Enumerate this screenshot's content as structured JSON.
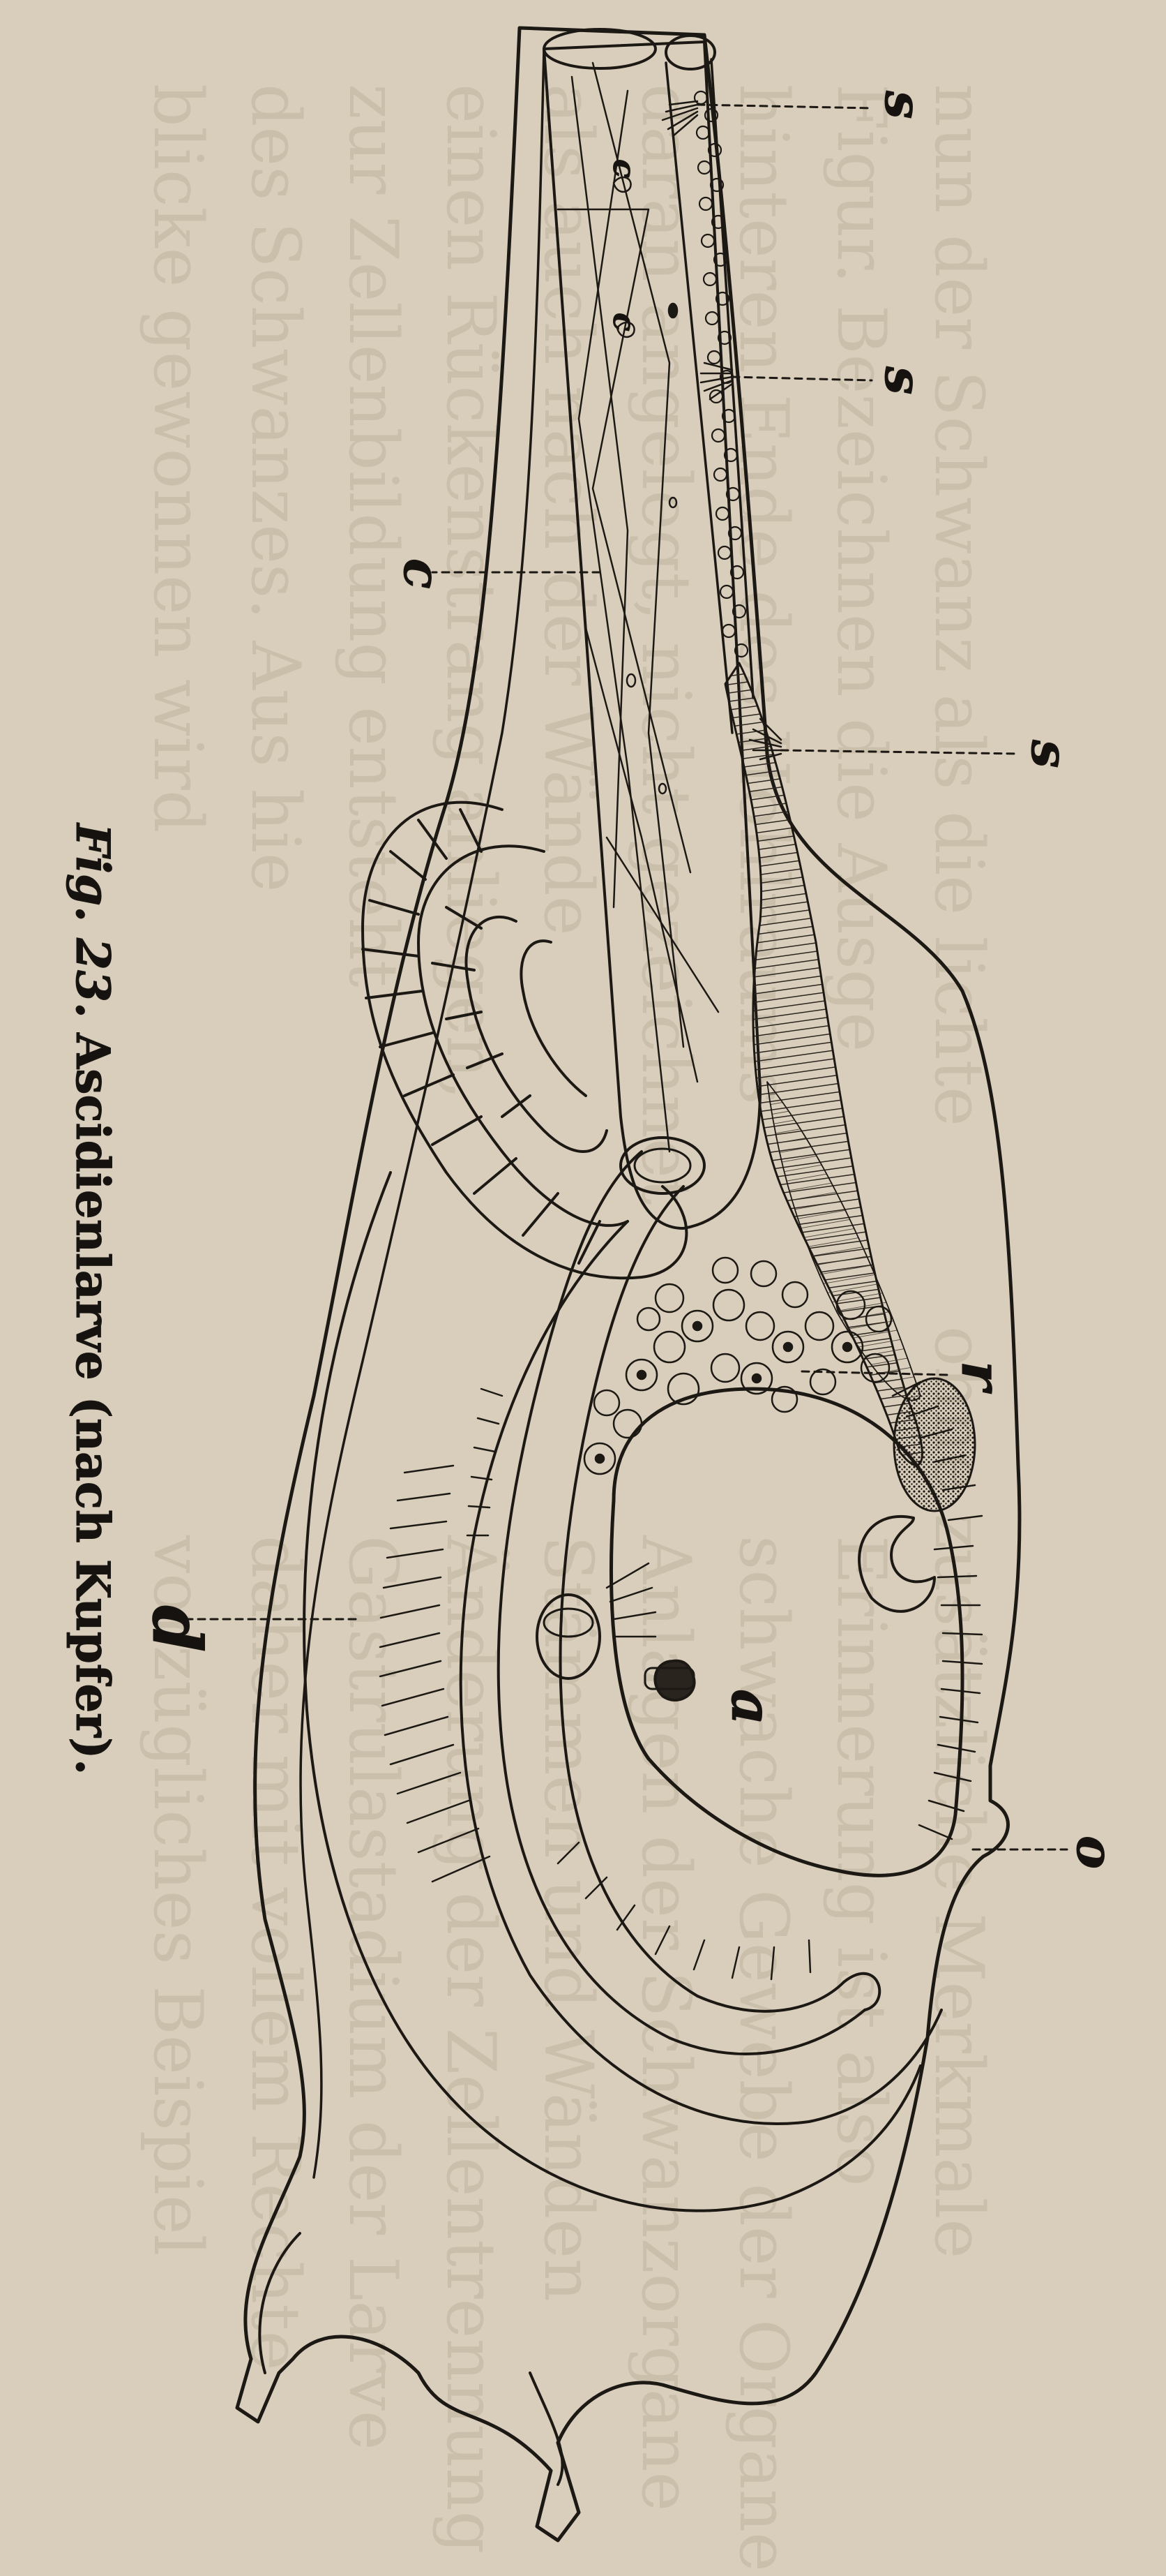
{
  "figure": {
    "caption_prefix": "Fig. 23.",
    "caption_text": "Ascidienlarve (nach Kupfer).",
    "labels": {
      "s1": "s",
      "s2": "s",
      "s3": "s",
      "c": "c",
      "r": "r",
      "o": "o",
      "a": "a",
      "d": "d"
    }
  },
  "bleedthrough": [
    "nun der Schwanz als die lichte",
    "Figur. Bezeichnen die Ausge",
    "hinteren Ende des Hohlraums",
    "daran angelegt, nicht gezeichnet",
    "als auch nach der Wände",
    "einen Rückenstrang anliegen,",
    "zur Zellenbildung entsteht",
    "des Schwanzes. Aus hie",
    "blicke gewonnen wird",
    "ohne zusätzliche Merkmale",
    "Erinnerung ist also",
    "schwache Gewebe der Organe",
    "Anlagen der Schwanzorgane",
    "Stämmen und Wänden",
    "Änderung der Zellentrennung",
    "Gastrulastadium der Larve",
    "daher mit vollem Rechte",
    "vorzügliches Beispiel"
  ]
}
